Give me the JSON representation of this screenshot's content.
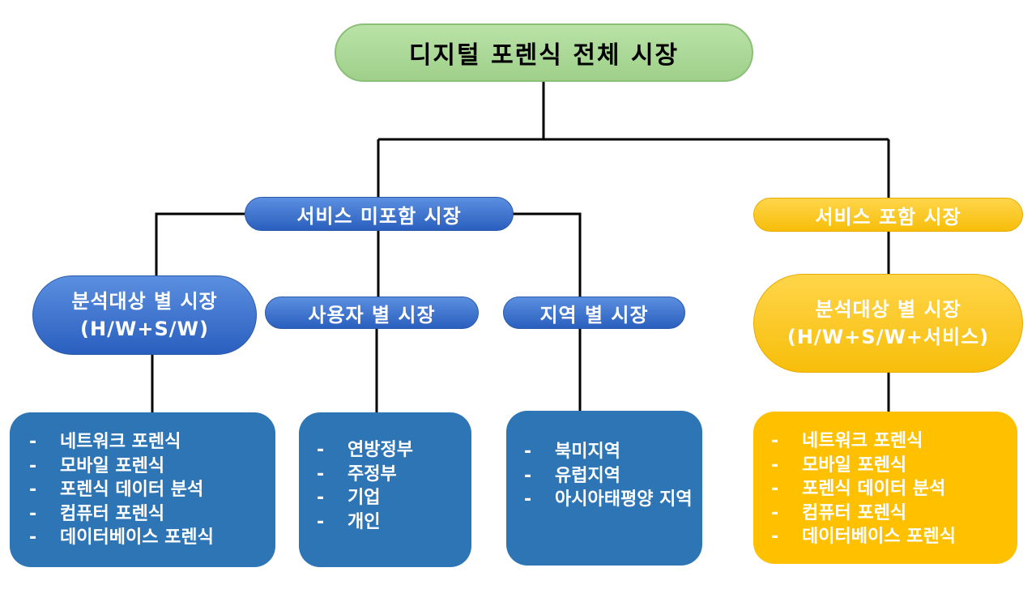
{
  "root": {
    "label": "디지털 포렌식 전체 시장"
  },
  "excluding": {
    "label": "서비스 미포함 시장",
    "analysis": {
      "line1": "분석대상 별 시장",
      "line2": "(H/W+S/W)"
    },
    "user": {
      "label": "사용자 별 시장"
    },
    "region": {
      "label": "지역 별 시장"
    },
    "analysis_items": [
      "네트워크 포렌식",
      "모바일 포렌식",
      "포렌식 데이터 분석",
      "컴퓨터 포렌식",
      "데이터베이스 포렌식"
    ],
    "user_items": [
      "연방정부",
      "주정부",
      "기업",
      "개인"
    ],
    "region_items": [
      "북미지역",
      "유럽지역",
      "아시아태평양 지역"
    ]
  },
  "including": {
    "label": "서비스 포함 시장",
    "analysis": {
      "line1": "분석대상 별 시장",
      "line2": "(H/W+S/W+서비스)"
    },
    "analysis_items": [
      "네트워크 포렌식",
      "모바일 포렌식",
      "포렌식 데이터 분석",
      "컴퓨터 포렌식",
      "데이터베이스 포렌식"
    ]
  },
  "bullet": "-",
  "colors": {
    "root_fill": "#a9d899",
    "blue_pill": "#3b6fd0",
    "blue_box": "#2e75b6",
    "gold": "#ffc000",
    "line": "#000000"
  }
}
